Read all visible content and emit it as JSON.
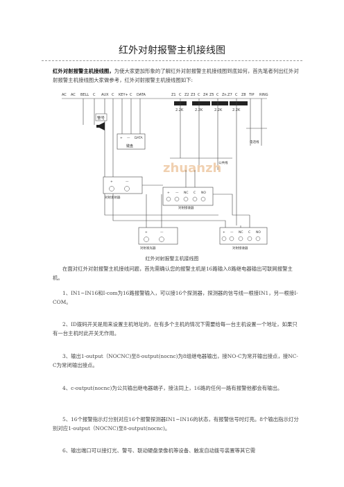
{
  "title": "红外对射报警主机接线图",
  "intro": {
    "lead": "红外对射报警主机接线图，",
    "text": "为使大家更加形象的了解红外对射报警主机接线图到底如何，首先笔者列出红外对射报警主机接线图大家做参考，红外对射报警主机接线图如下:"
  },
  "diagram": {
    "terminals": [
      "AC",
      "AC",
      "BELL",
      "C",
      "AUX",
      "C",
      "KEY+",
      "C",
      "DATA",
      "Z1",
      "C",
      "Z2",
      "Z3",
      "C",
      "Z4",
      "Z5",
      "C",
      "Zn.Z7",
      "C",
      "Z8",
      "TIP",
      "RING"
    ],
    "resistors": [
      "2.2K",
      "2.2K",
      "2.2K",
      "2.2K"
    ],
    "siren_label": "警号",
    "keypad_label": "键盘",
    "keypad_terms": [
      "+",
      "—",
      "DATA"
    ],
    "phone_label": "电话线",
    "bus_label": "公共线",
    "detector_left_label": "对射发射器",
    "detector_mid_label": "对射接收器",
    "detector_bottom_left_label": "对射发光器",
    "detector_bottom_right_label": "对射接收器",
    "detector_terms_power": [
      "+",
      "—"
    ],
    "detector_terms_relay": [
      "+",
      "—",
      "NC",
      "C",
      "NO"
    ],
    "watermark": "zhuanzh"
  },
  "caption": "红外对射报警主机接线图",
  "paragraphs": [
    "在面对红外对射报警主机接线问题，首先需确认您的报警主机是16路输入8路继电器输出可联网报警主机。",
    "1、IN1~IN16和I-com为16路报警输入，可以接16个探测器，探测器的信号线一根接IN1，另一根接I-COM。",
    "2、ID拨码开关是用来设置主机地址的，在有多个主机的情况下需要给每一台主机设置一个地址，如果只有一台主机时此开关无作用。",
    "3、输出1-output（NOCNC)至8-output(nocnc)为8组继电器输出，接NO-C为常开输出接点，接NC-C为常闭输出接点。",
    "4、c-output(nocnc)为公共输出继电器端子，接法同上，16路的任何一路有报警他都会有输出。",
    "5、16个报警指示灯分别对应16个报警探测器IN1~IN16的状态，有报警信号时灯亮。8个输出指示灯分别对应1-output（NOCNC)至8-output(nocnc)。",
    "6、输出端口可以接灯光、警号、联动硬盘录像机等设备、触发自动拨号装置等其它需"
  ]
}
